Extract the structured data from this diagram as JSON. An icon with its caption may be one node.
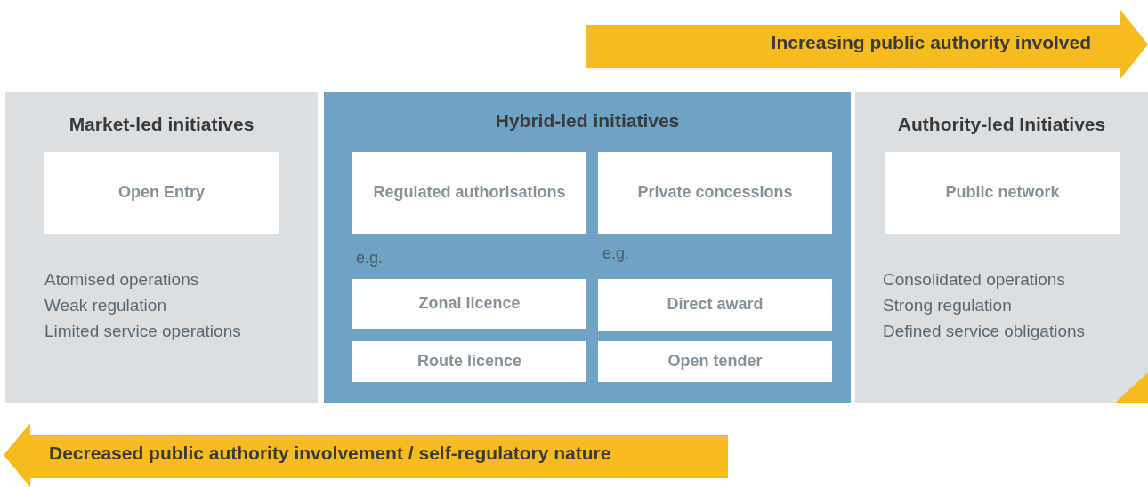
{
  "diagram": {
    "nodes": [
      {
        "text": [
          "Market-led initiatives",
          "Atomised operations",
          "Weak regulation",
          "Limited service operations"
        ]
      },
      {
        "text": [
          "Open Entry"
        ],
        "in": 0
      },
      {
        "text": [
          "Hybrid-led initiatives"
        ]
      },
      {
        "text": [
          "Regulated authorisations"
        ],
        "in": 2
      },
      {
        "text": [
          "Private concessions"
        ],
        "in": 2
      },
      {
        "text": [
          "Zonal licence"
        ],
        "in": 2
      },
      {
        "text": [
          "Route licence"
        ],
        "in": 2
      },
      {
        "text": [
          "Direct award"
        ],
        "in": 2
      },
      {
        "text": [
          "Open tender"
        ],
        "in": 2
      },
      {
        "text": [
          "Authority-led Initiatives",
          "Consolidated operations",
          "Strong regulation",
          "Defined service obligations"
        ]
      },
      {
        "text": [
          "Public network"
        ],
        "in": 9
      },
      {
        "text": [
          "Increasing public authority involved"
        ]
      },
      {
        "text": [
          "Decreased public authority involvement / self-regulatory nature"
        ]
      }
    ],
    "edges": [],
    "labels": [
      "e.g.",
      "e.g."
    ]
  }
}
